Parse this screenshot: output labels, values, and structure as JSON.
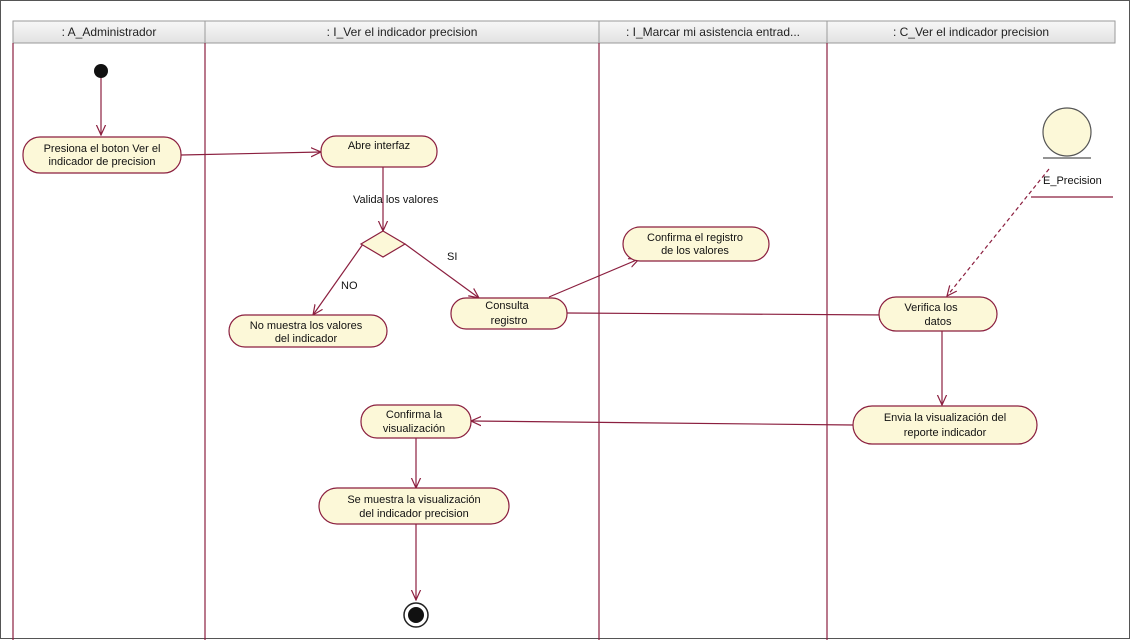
{
  "colors": {
    "line": "#8b1f3f",
    "activity_fill": "#fcf8d8",
    "activity_stroke": "#8b1f3f",
    "header_fill": "#ececec",
    "lane_line": "#8b1f3f",
    "entity_fill": "#fcf8d8"
  },
  "swimlanes": [
    {
      "name": ": A_Administrador"
    },
    {
      "name": ": I_Ver el indicador precision"
    },
    {
      "name": ": I_Marcar mi asistencia entrad..."
    },
    {
      "name": ": C_Ver el indicador precision"
    }
  ],
  "activities": {
    "presiona": [
      "Presiona el boton Ver el",
      "indicador de precision"
    ],
    "abre": [
      "Abre interfaz"
    ],
    "no_muestra": [
      "No muestra los valores",
      "del indicador"
    ],
    "consulta": [
      "Consulta",
      "registro"
    ],
    "confirma_registro": [
      "Confirma el registro",
      "de los valores"
    ],
    "verifica": [
      "Verifica los",
      "datos"
    ],
    "envia": [
      "Envia la visualización del",
      "reporte indicador"
    ],
    "confirma_vis": [
      "Confirma la",
      "visualización"
    ],
    "se_muestra": [
      "Se muestra la visualización",
      "del indicador precision"
    ]
  },
  "guards": {
    "valida": "Valida los valores",
    "si": "SI",
    "no": "NO"
  },
  "entity": {
    "label": "E_Precision",
    "icon": "entity-icon"
  }
}
